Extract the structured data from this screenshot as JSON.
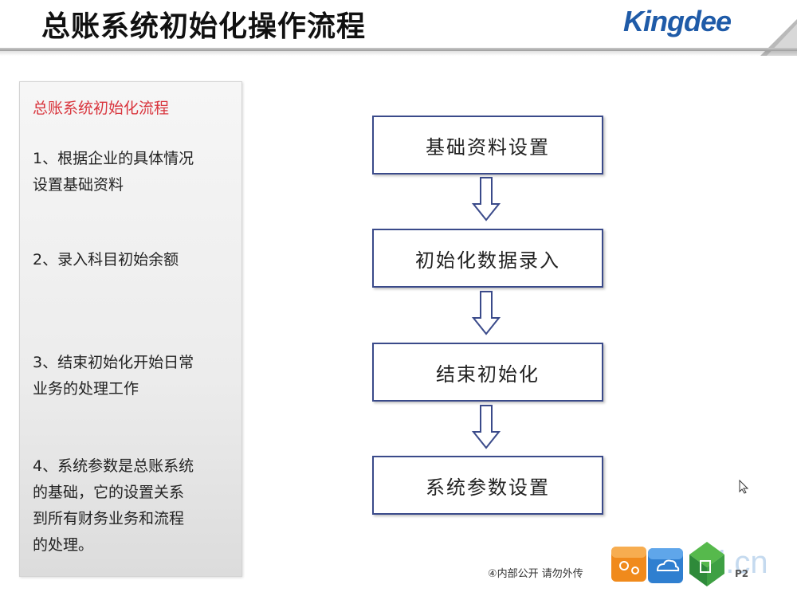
{
  "header": {
    "title": "总账系统初始化操作流程",
    "logo_text": "Kingdee"
  },
  "sidebar": {
    "title": "总账系统初始化流程",
    "steps": [
      {
        "line1": "1、根据企业的具体情况",
        "line2": "设置基础资料"
      },
      {
        "line1": "2、录入科目初始余额"
      },
      {
        "line1": "3、结束初始化开始日常",
        "line2": "业务的处理工作"
      },
      {
        "line1": "4、系统参数是总账系统",
        "line2": "的基础，它的设置关系",
        "line3": "到所有财务业务和流程",
        "line4": "的处理。"
      }
    ]
  },
  "flow": {
    "boxes": [
      "基础资料设置",
      "初始化数据录入",
      "结束初始化",
      "系统参数设置"
    ]
  },
  "footer": {
    "note": "④内部公开 请勿外传",
    "page": "P2",
    "watermark": "d.cn"
  },
  "colors": {
    "accent_red": "#d9363e",
    "box_border": "#3a4a8a",
    "logo_blue": "#1f5ba8"
  },
  "icons": [
    "cube-icons",
    "cursor-icon"
  ]
}
